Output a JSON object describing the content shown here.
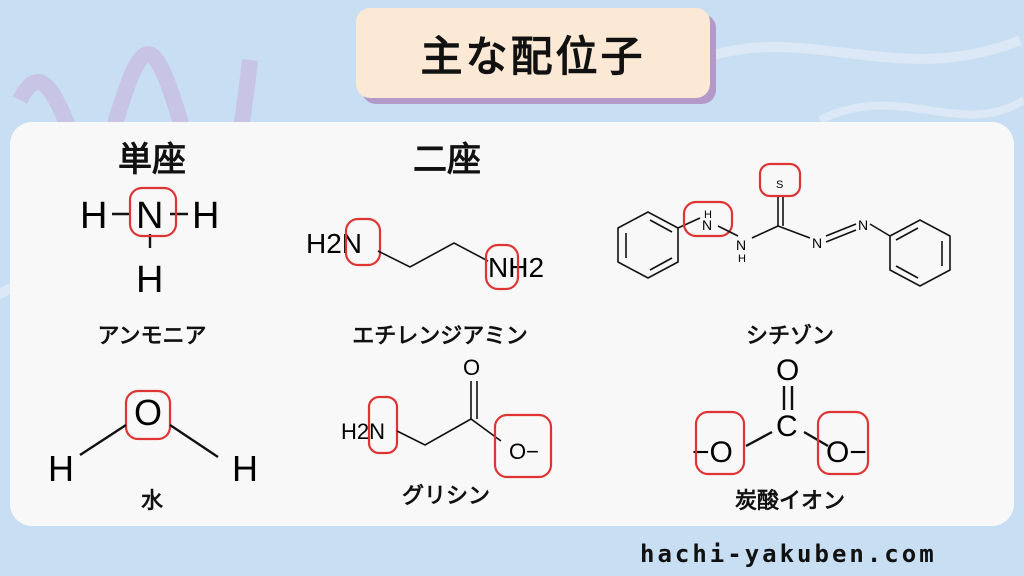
{
  "title": "主な配位子",
  "headings": {
    "mono": "単座",
    "bi": "二座"
  },
  "labels": {
    "ammonia": "アンモニア",
    "water": "水",
    "ethylenediamine": "エチレンジアミン",
    "glycine": "グリシン",
    "dithizone": "シチゾン",
    "carbonate": "炭酸イオン"
  },
  "atoms": {
    "N": "N",
    "H": "H",
    "O": "O",
    "C": "C",
    "S": "S",
    "H2N": "H2N",
    "NH2": "NH2",
    "O_minus": "O−",
    "minus_O": "−O"
  },
  "footer": "hachi-yakuben.com",
  "colors": {
    "highlight": "#e03434",
    "title_bg": "#fbe8d5",
    "title_shadow": "#b49ac8",
    "background": "#c8def2"
  }
}
